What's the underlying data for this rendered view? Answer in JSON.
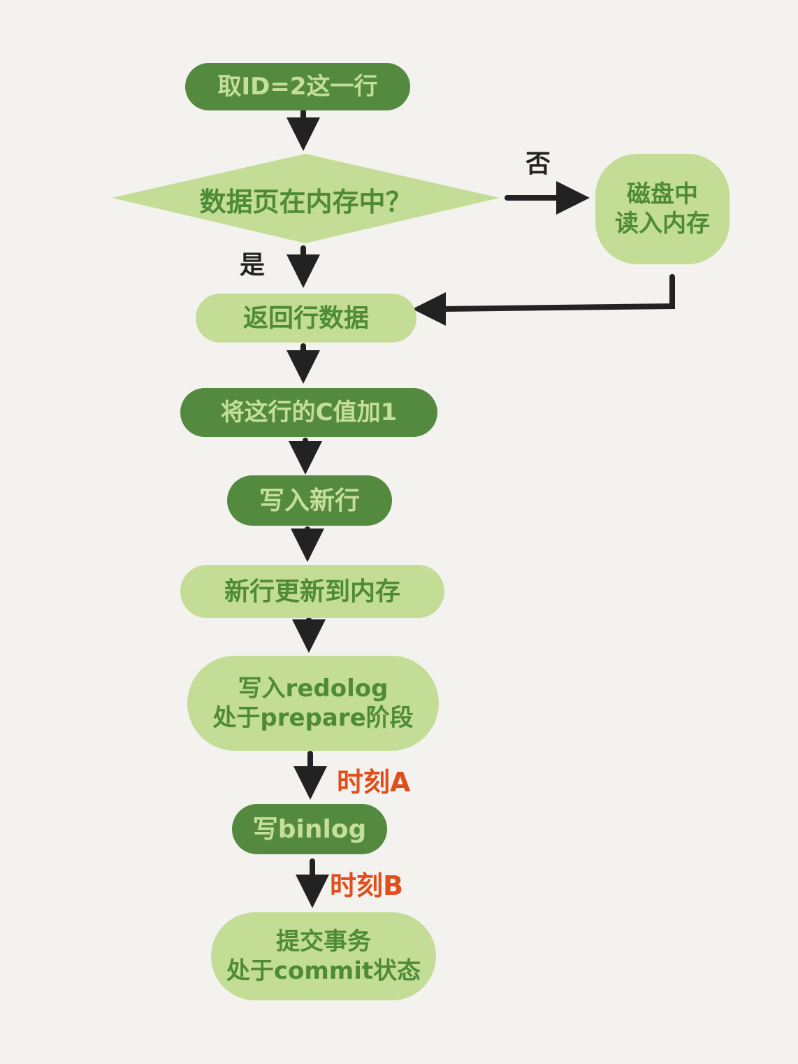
{
  "flowchart": {
    "nodes": [
      {
        "id": "n1",
        "text": "取ID=2这一行",
        "style": "dark"
      },
      {
        "id": "n2",
        "text": "数据页在内存中？",
        "style": "decision"
      },
      {
        "id": "n3",
        "text": "磁盘中\n读入内存",
        "style": "light"
      },
      {
        "id": "n4",
        "text": "返回行数据",
        "style": "light"
      },
      {
        "id": "n5",
        "text": "将这行的C值加1",
        "style": "dark"
      },
      {
        "id": "n6",
        "text": "写入新行",
        "style": "dark"
      },
      {
        "id": "n7",
        "text": "新行更新到内存",
        "style": "light"
      },
      {
        "id": "n8",
        "text": "写入redolog\n处于prepare阶段",
        "style": "light"
      },
      {
        "id": "n9",
        "text": "写binlog",
        "style": "dark"
      },
      {
        "id": "n10",
        "text": "提交事务\n处于commit状态",
        "style": "light"
      }
    ],
    "edge_labels": {
      "no": "否",
      "yes": "是",
      "moment_a": "时刻A",
      "moment_b": "时刻B"
    },
    "colors": {
      "dark_fill": "#548a3f",
      "light_fill": "#c3dd96",
      "arrow": "#222222",
      "moment_label": "#e04e1c",
      "background": "#f4f2ee"
    }
  }
}
